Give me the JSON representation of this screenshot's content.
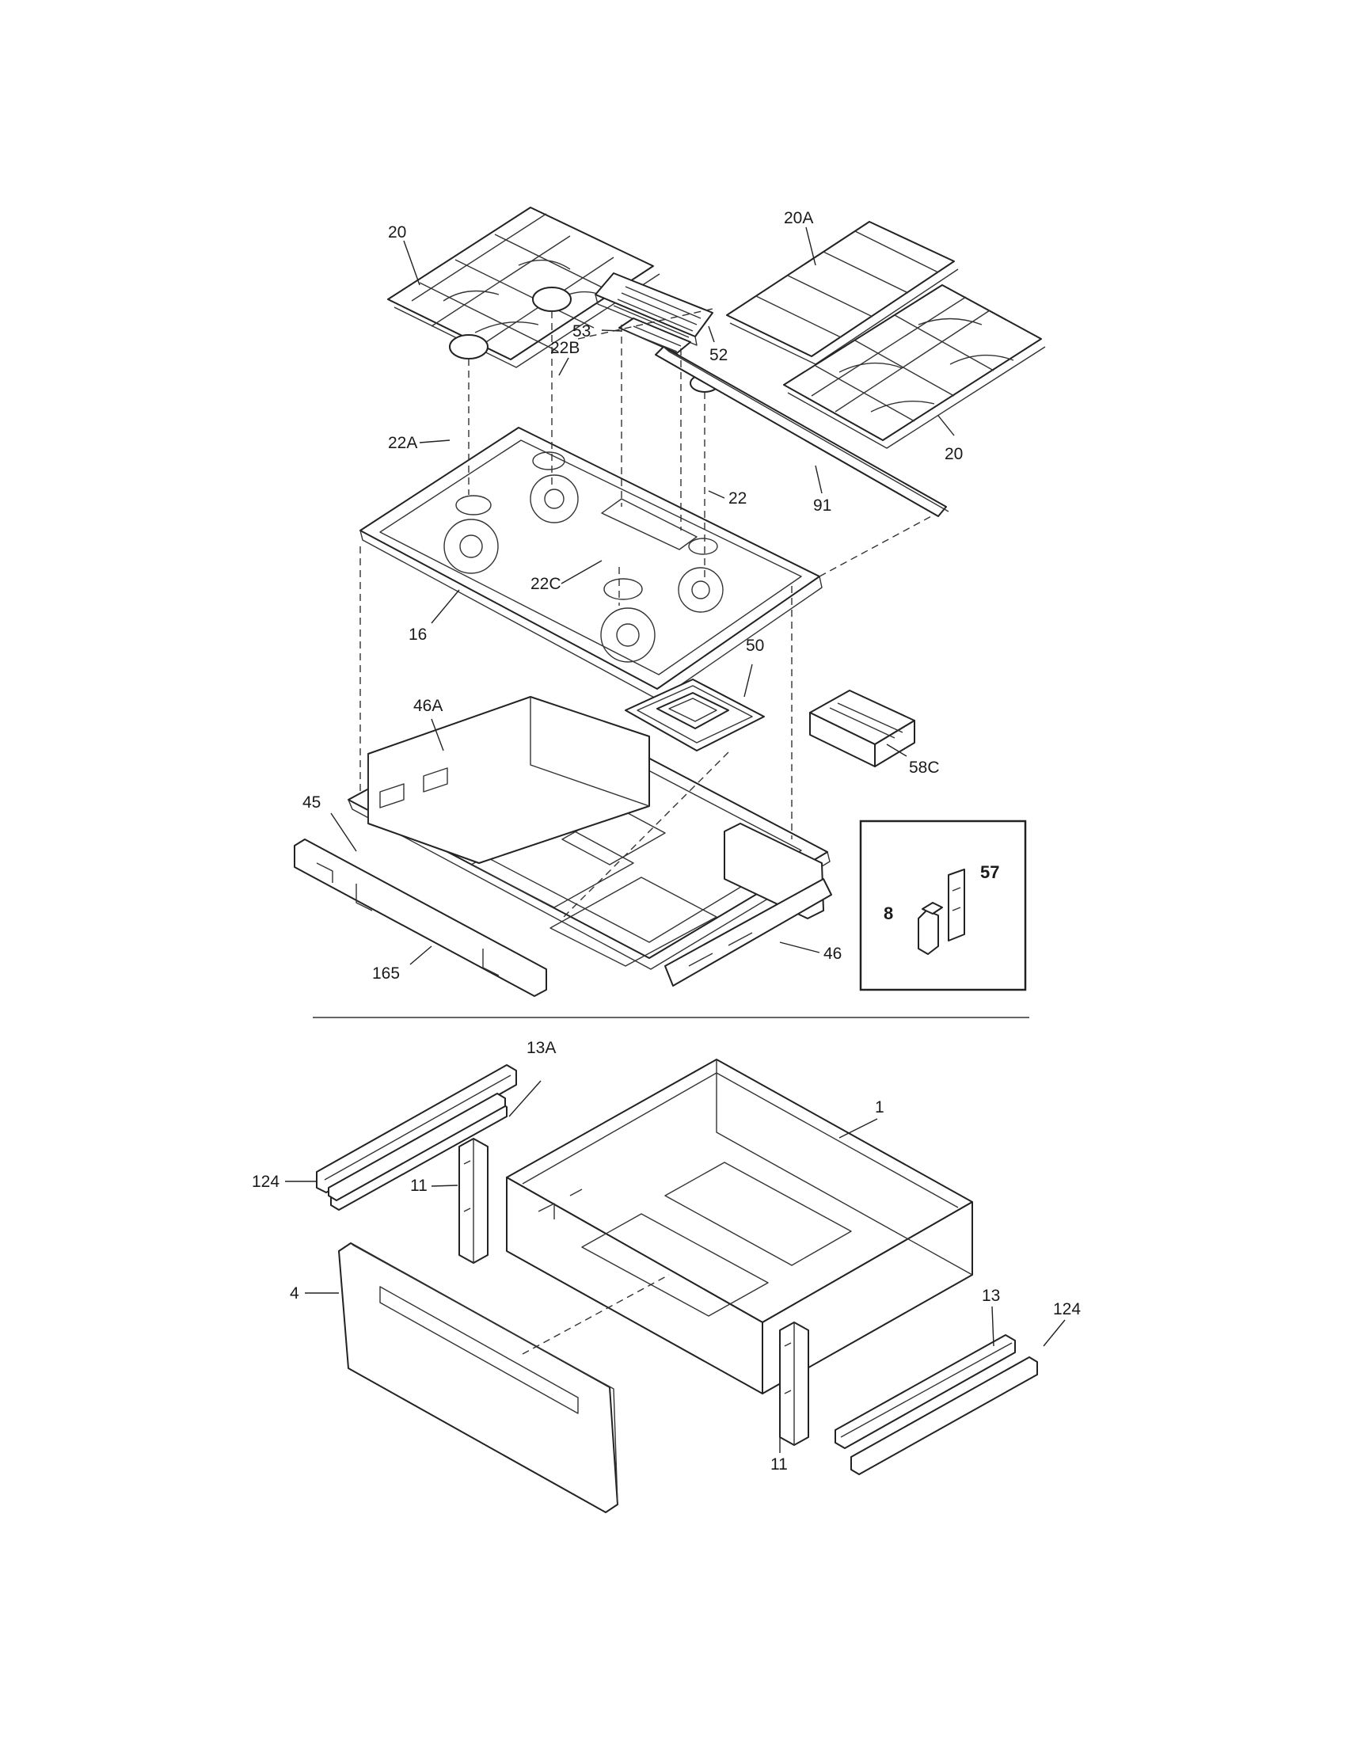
{
  "diagram": {
    "upper_labels": {
      "p20_left": "20",
      "p20A": "20A",
      "p22B": "22B",
      "p53": "53",
      "p52": "52",
      "p20_right": "20",
      "p22A": "22A",
      "p22": "22",
      "p91": "91",
      "p22C": "22C",
      "p16": "16",
      "p50": "50",
      "p46A": "46A",
      "p58C": "58C",
      "p45": "45",
      "p46": "46",
      "p165": "165"
    },
    "inset_labels": {
      "p8": "8",
      "p57": "57"
    },
    "lower_labels": {
      "p13A": "13A",
      "p1": "1",
      "p124_left": "124",
      "p11_left": "11",
      "p4": "4",
      "p13": "13",
      "p124_right": "124",
      "p11_right": "11"
    }
  }
}
